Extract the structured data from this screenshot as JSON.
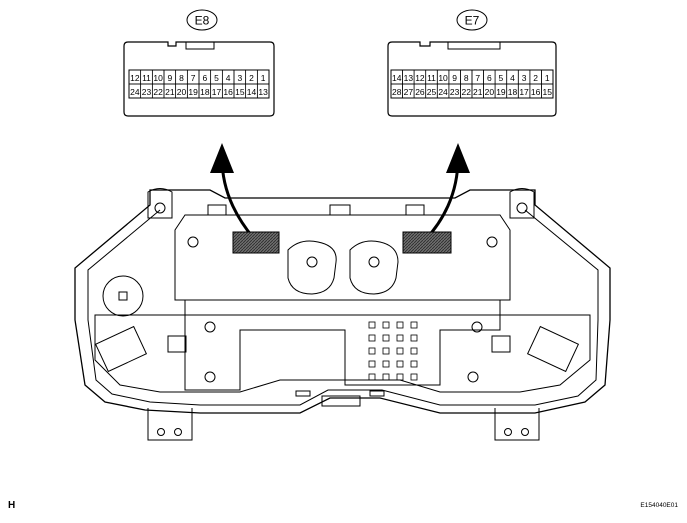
{
  "connectors": [
    {
      "label": "E8",
      "top_row": [
        "12",
        "11",
        "10",
        "9",
        "8",
        "7",
        "6",
        "5",
        "4",
        "3",
        "2",
        "1"
      ],
      "bottom_row": [
        "24",
        "23",
        "22",
        "21",
        "20",
        "19",
        "18",
        "17",
        "16",
        "15",
        "14",
        "13"
      ]
    },
    {
      "label": "E7",
      "top_row": [
        "14",
        "13",
        "12",
        "11",
        "10",
        "9",
        "8",
        "7",
        "6",
        "5",
        "4",
        "3",
        "2",
        "1"
      ],
      "bottom_row": [
        "28",
        "27",
        "26",
        "25",
        "24",
        "23",
        "22",
        "21",
        "20",
        "19",
        "18",
        "17",
        "16",
        "15"
      ]
    }
  ],
  "footer": {
    "corner_letter": "H",
    "figure_code": "E154040E01"
  }
}
